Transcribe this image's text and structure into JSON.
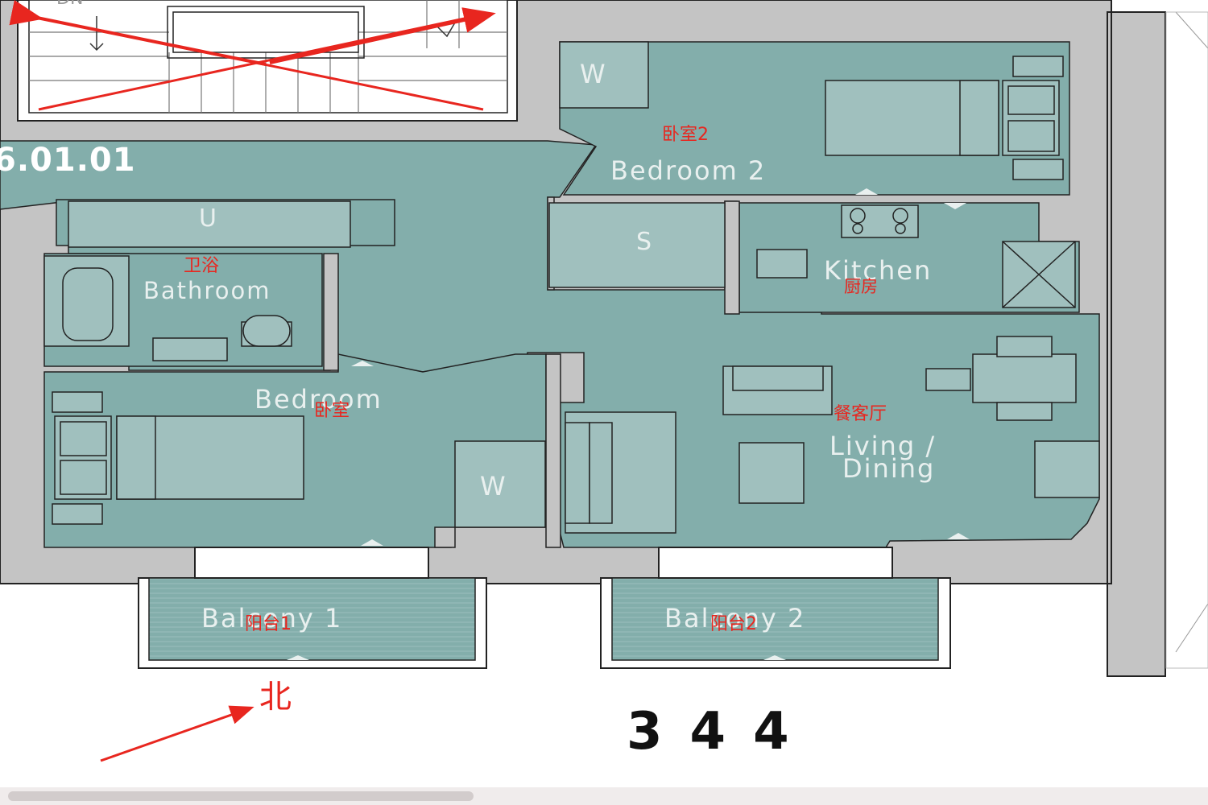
{
  "plan": {
    "unit_id": "6.01.01",
    "rooms": {
      "bedroom2": {
        "en": "Bedroom 2",
        "cn": "卧室2"
      },
      "bedroom": {
        "en": "Bedroom",
        "cn": "卧室"
      },
      "bathroom": {
        "en": "Bathroom",
        "cn": "卫浴"
      },
      "kitchen": {
        "en": "Kitchen",
        "cn": "厨房"
      },
      "living_line1": "Living /",
      "living_line2": "Dining",
      "living_cn": "餐客厅",
      "balcony1": {
        "en": "Balcony 1",
        "cn": "阳台1"
      },
      "balcony2": {
        "en": "Balcony 2",
        "cn": "阳台2"
      }
    },
    "storage": {
      "wardrobe": "W",
      "utility": "U",
      "storage": "S"
    },
    "stair": "DN",
    "north_label": "北",
    "number": "344"
  },
  "colors": {
    "room": "#83aeab",
    "wall": "#c4c4c4",
    "furniture": "#a0c0be",
    "annotation": "#e8261f"
  }
}
